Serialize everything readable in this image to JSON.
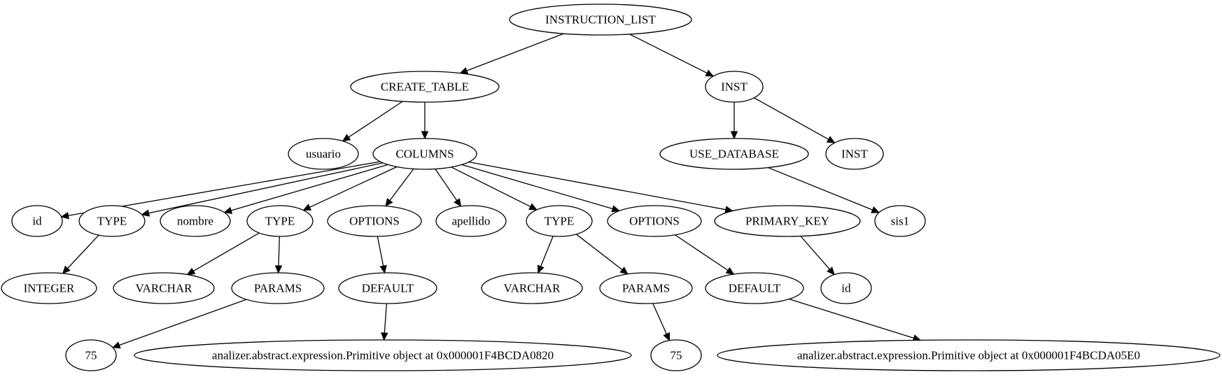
{
  "nodes": {
    "n0": {
      "label": "INSTRUCTION_LIST"
    },
    "n1": {
      "label": "CREATE_TABLE"
    },
    "n2": {
      "label": "INST"
    },
    "n3": {
      "label": "usuario"
    },
    "n4": {
      "label": "COLUMNS"
    },
    "n5": {
      "label": "USE_DATABASE"
    },
    "n6": {
      "label": "INST"
    },
    "n7": {
      "label": "id"
    },
    "n8": {
      "label": "TYPE"
    },
    "n9": {
      "label": "nombre"
    },
    "n10": {
      "label": "TYPE"
    },
    "n11": {
      "label": "OPTIONS"
    },
    "n12": {
      "label": "apellido"
    },
    "n13": {
      "label": "TYPE"
    },
    "n14": {
      "label": "OPTIONS"
    },
    "n15": {
      "label": "PRIMARY_KEY"
    },
    "n16": {
      "label": "sis1"
    },
    "n17": {
      "label": "INTEGER"
    },
    "n18": {
      "label": "VARCHAR"
    },
    "n19": {
      "label": "PARAMS"
    },
    "n20": {
      "label": "DEFAULT"
    },
    "n21": {
      "label": "VARCHAR"
    },
    "n22": {
      "label": "PARAMS"
    },
    "n23": {
      "label": "DEFAULT"
    },
    "n24": {
      "label": "id"
    },
    "n25": {
      "label": "75"
    },
    "n26": {
      "label": "analizer.abstract.expression.Primitive object at 0x000001F4BCDA0820"
    },
    "n27": {
      "label": "75"
    },
    "n28": {
      "label": "analizer.abstract.expression.Primitive object at 0x000001F4BCDA05E0"
    }
  },
  "edges": [
    [
      "n0",
      "n1"
    ],
    [
      "n0",
      "n2"
    ],
    [
      "n1",
      "n3"
    ],
    [
      "n1",
      "n4"
    ],
    [
      "n2",
      "n5"
    ],
    [
      "n2",
      "n6"
    ],
    [
      "n4",
      "n7"
    ],
    [
      "n4",
      "n8"
    ],
    [
      "n4",
      "n9"
    ],
    [
      "n4",
      "n10"
    ],
    [
      "n4",
      "n11"
    ],
    [
      "n4",
      "n12"
    ],
    [
      "n4",
      "n13"
    ],
    [
      "n4",
      "n14"
    ],
    [
      "n4",
      "n15"
    ],
    [
      "n5",
      "n16"
    ],
    [
      "n8",
      "n17"
    ],
    [
      "n10",
      "n18"
    ],
    [
      "n10",
      "n19"
    ],
    [
      "n11",
      "n20"
    ],
    [
      "n13",
      "n21"
    ],
    [
      "n13",
      "n22"
    ],
    [
      "n14",
      "n23"
    ],
    [
      "n15",
      "n24"
    ],
    [
      "n19",
      "n25"
    ],
    [
      "n20",
      "n26"
    ],
    [
      "n22",
      "n27"
    ],
    [
      "n23",
      "n28"
    ]
  ]
}
